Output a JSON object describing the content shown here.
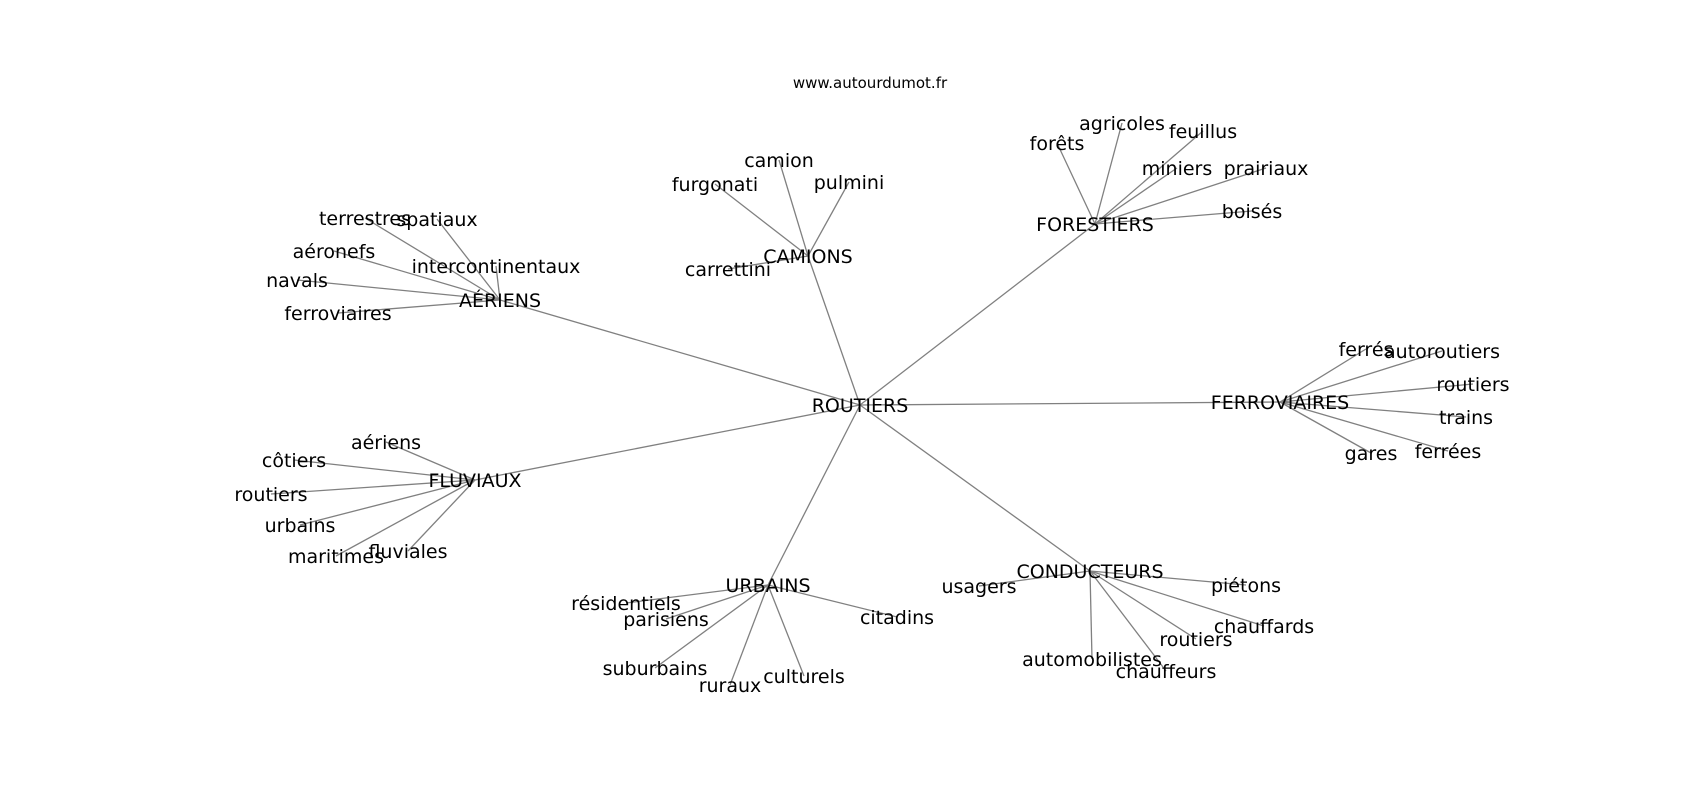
{
  "header": {
    "site": "www.autourdumot.fr"
  },
  "graph": {
    "center": {
      "label": "ROUTIERS"
    },
    "clusters": [
      {
        "hub": "AÉRIENS",
        "leaves": [
          "terrestres",
          "spatiaux",
          "aéronefs",
          "intercontinentaux",
          "navals",
          "ferroviaires"
        ]
      },
      {
        "hub": "CAMIONS",
        "leaves": [
          "camion",
          "furgonati",
          "pulmini",
          "carrettini"
        ]
      },
      {
        "hub": "FORESTIERS",
        "leaves": [
          "agricoles",
          "forêts",
          "feuillus",
          "miniers",
          "prairiaux",
          "boisés"
        ]
      },
      {
        "hub": "FERROVIAIRES",
        "leaves": [
          "ferrés",
          "autoroutiers",
          "routiers",
          "trains",
          "gares",
          "ferrées"
        ]
      },
      {
        "hub": "FLUVIAUX",
        "leaves": [
          "aériens",
          "côtiers",
          "routiers",
          "urbains",
          "maritimes",
          "fluviales"
        ]
      },
      {
        "hub": "URBAINS",
        "leaves": [
          "résidentiels",
          "parisiens",
          "citadins",
          "suburbains",
          "ruraux",
          "culturels"
        ]
      },
      {
        "hub": "CONDUCTEURS",
        "leaves": [
          "usagers",
          "piétons",
          "chauffards",
          "routiers",
          "automobilistes",
          "chauffeurs"
        ]
      }
    ]
  }
}
